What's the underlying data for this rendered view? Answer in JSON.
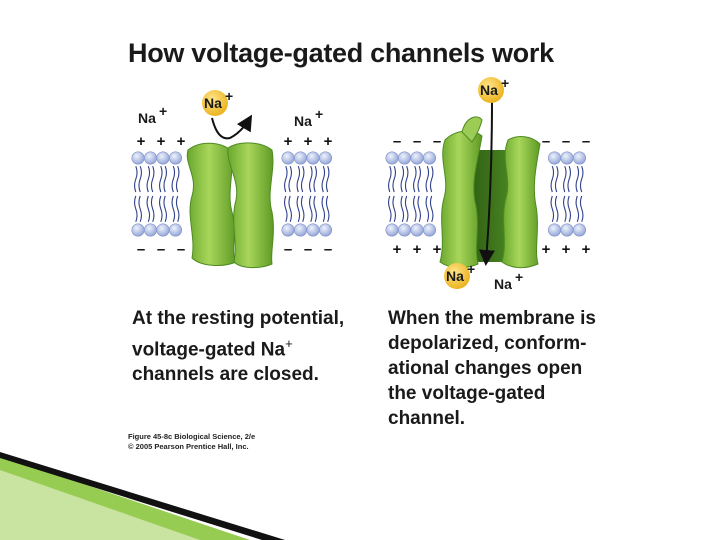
{
  "title": "How voltage-gated channels work",
  "ion": "Na",
  "ion_charge": "+",
  "left_panel": {
    "caption_lines": [
      "At the resting potential,",
      "voltage-gated Na",
      "channels are closed."
    ],
    "caption_sup": "+",
    "charge_above": "+",
    "charge_below": "–"
  },
  "right_panel": {
    "caption_lines": [
      "When the membrane is",
      "depolarized, conform-",
      "ational changes open",
      "the voltage-gated",
      "channel."
    ],
    "charge_above": "–",
    "charge_below": "+"
  },
  "credit_lines": [
    "Figure 45-8c  Biological Science, 2/e",
    "© 2005 Pearson Prentice Hall, Inc."
  ],
  "colors": {
    "ion_fill": "#f2c230",
    "channel_light": "#8cc63f",
    "channel_dark": "#3f7a1e",
    "phospholipid_head": "#b9c8ec",
    "lipid_tail": "#2f3f8a",
    "arrow": "#111111",
    "slide_accent": "#8cc63f"
  }
}
